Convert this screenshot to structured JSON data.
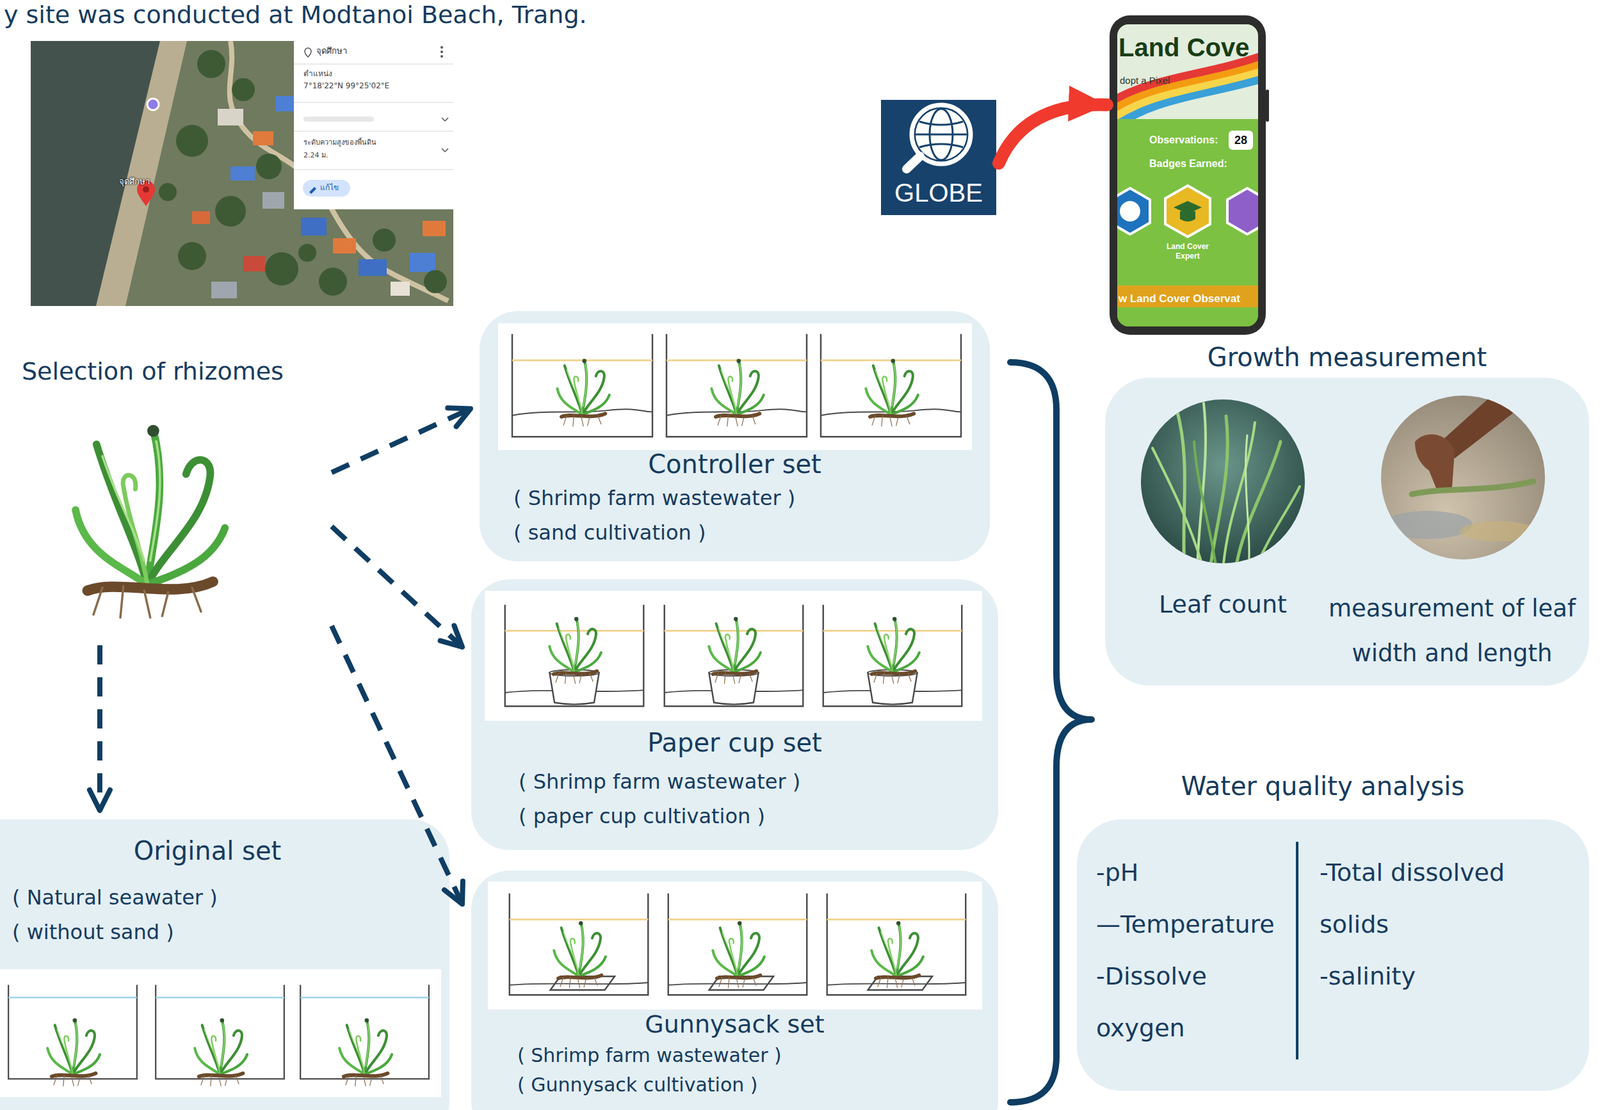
{
  "diagram": {
    "title": "y site was conducted at Modtanoi Beach, Trang.",
    "nodes": [
      {
        "text": [
          "GLOBE"
        ]
      },
      {
        "text": [
          "Land Cove",
          "dopt a Pixel",
          "Observations:",
          "28",
          "Badges Earned:",
          "Land Cover Expert",
          "w Land Cover Observat"
        ]
      },
      {
        "text": [
          "Selection of rhizomes"
        ]
      },
      {
        "text": [
          "Controller set",
          "( Shrimp farm wastewater )",
          "( sand cultivation )"
        ]
      },
      {
        "text": [
          "Paper cup set",
          "( Shrimp farm wastewater )",
          "( paper cup cultivation )"
        ]
      },
      {
        "text": [
          "Gunnysack set",
          "( Shrimp farm wastewater )",
          "( Gunnysack cultivation )"
        ]
      },
      {
        "text": [
          "Original set",
          "( Natural seawater )",
          "( without sand )"
        ]
      },
      {
        "text": [
          "Growth measurement"
        ]
      },
      {
        "text": [
          "Leaf count"
        ],
        "in": 7
      },
      {
        "text": [
          "measurement of leaf width and length"
        ],
        "in": 7
      },
      {
        "text": [
          "Water quality analysis",
          "-pH",
          "—Temperature",
          "-Dissolve oxygen",
          "-Total dissolved solids",
          "-salinity"
        ]
      }
    ],
    "edges": [
      {
        "from": 0,
        "to": 1,
        "arrow": "to"
      },
      {
        "from": 2,
        "to": 3,
        "arrow": "to"
      },
      {
        "from": 2,
        "to": 4,
        "arrow": "to"
      },
      {
        "from": 2,
        "to": 5,
        "arrow": "to"
      },
      {
        "from": 2,
        "to": 6,
        "arrow": "to"
      }
    ],
    "labels": [
      "จุดศึกษา",
      "จุดศึกษา",
      "ตำแหน่ง",
      "7°18'22\"N 99°25'02\"E",
      "ระดับความสูงของพื้นดิน",
      "2.24 ม.",
      "แก้ไข"
    ]
  }
}
